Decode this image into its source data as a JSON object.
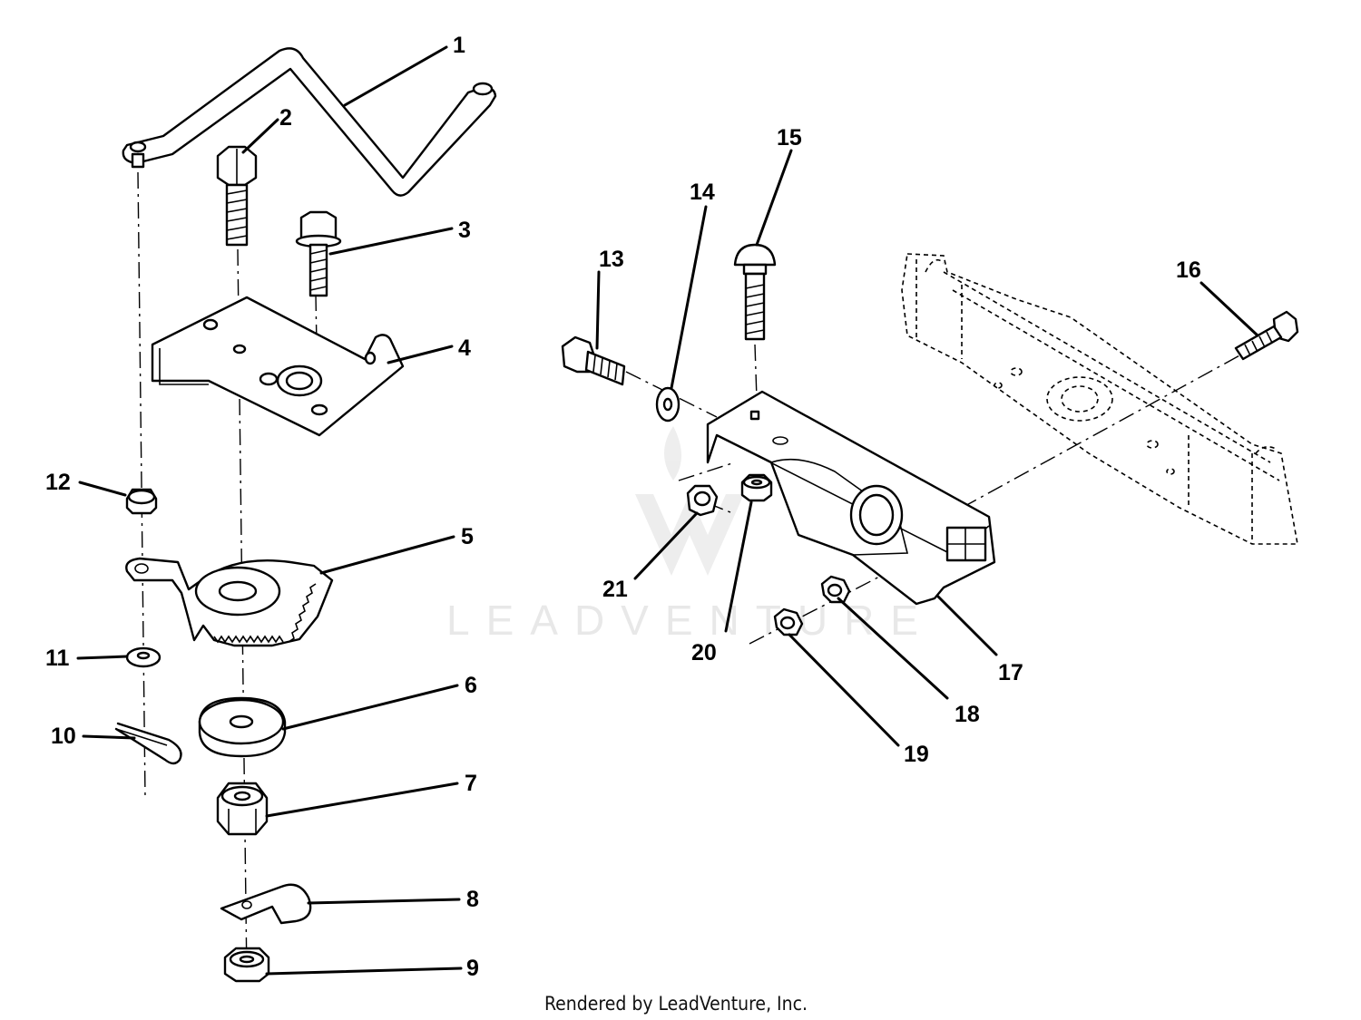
{
  "watermark": "LEADVENTURE",
  "credit": "Rendered by LeadVenture, Inc.",
  "callouts": [
    {
      "id": "callout-1",
      "label": "1"
    },
    {
      "id": "callout-2",
      "label": "2"
    },
    {
      "id": "callout-3",
      "label": "3"
    },
    {
      "id": "callout-4",
      "label": "4"
    },
    {
      "id": "callout-5",
      "label": "5"
    },
    {
      "id": "callout-6",
      "label": "6"
    },
    {
      "id": "callout-7",
      "label": "7"
    },
    {
      "id": "callout-8",
      "label": "8"
    },
    {
      "id": "callout-9",
      "label": "9"
    },
    {
      "id": "callout-10",
      "label": "10"
    },
    {
      "id": "callout-11",
      "label": "11"
    },
    {
      "id": "callout-12",
      "label": "12"
    },
    {
      "id": "callout-13",
      "label": "13"
    },
    {
      "id": "callout-14",
      "label": "14"
    },
    {
      "id": "callout-15",
      "label": "15"
    },
    {
      "id": "callout-16",
      "label": "16"
    },
    {
      "id": "callout-17",
      "label": "17"
    },
    {
      "id": "callout-18",
      "label": "18"
    },
    {
      "id": "callout-19",
      "label": "19"
    },
    {
      "id": "callout-20",
      "label": "20"
    },
    {
      "id": "callout-21",
      "label": "21"
    }
  ]
}
